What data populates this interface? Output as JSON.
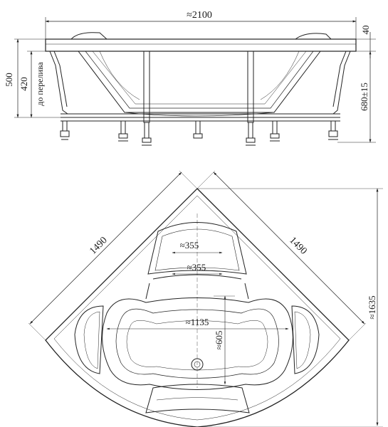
{
  "side_view": {
    "total_length": "≈2100",
    "rim_height": "40",
    "height_500": "500",
    "height_420": "420",
    "overflow_label": "до перелива",
    "leg_height": "680±15"
  },
  "top_view": {
    "side_left": "1490",
    "side_right": "1490",
    "diagonal": "≈1635",
    "seat_top": "≈355",
    "seat_bottom": "≈355",
    "inner_width": "≈1135",
    "inner_depth": "≈605"
  }
}
